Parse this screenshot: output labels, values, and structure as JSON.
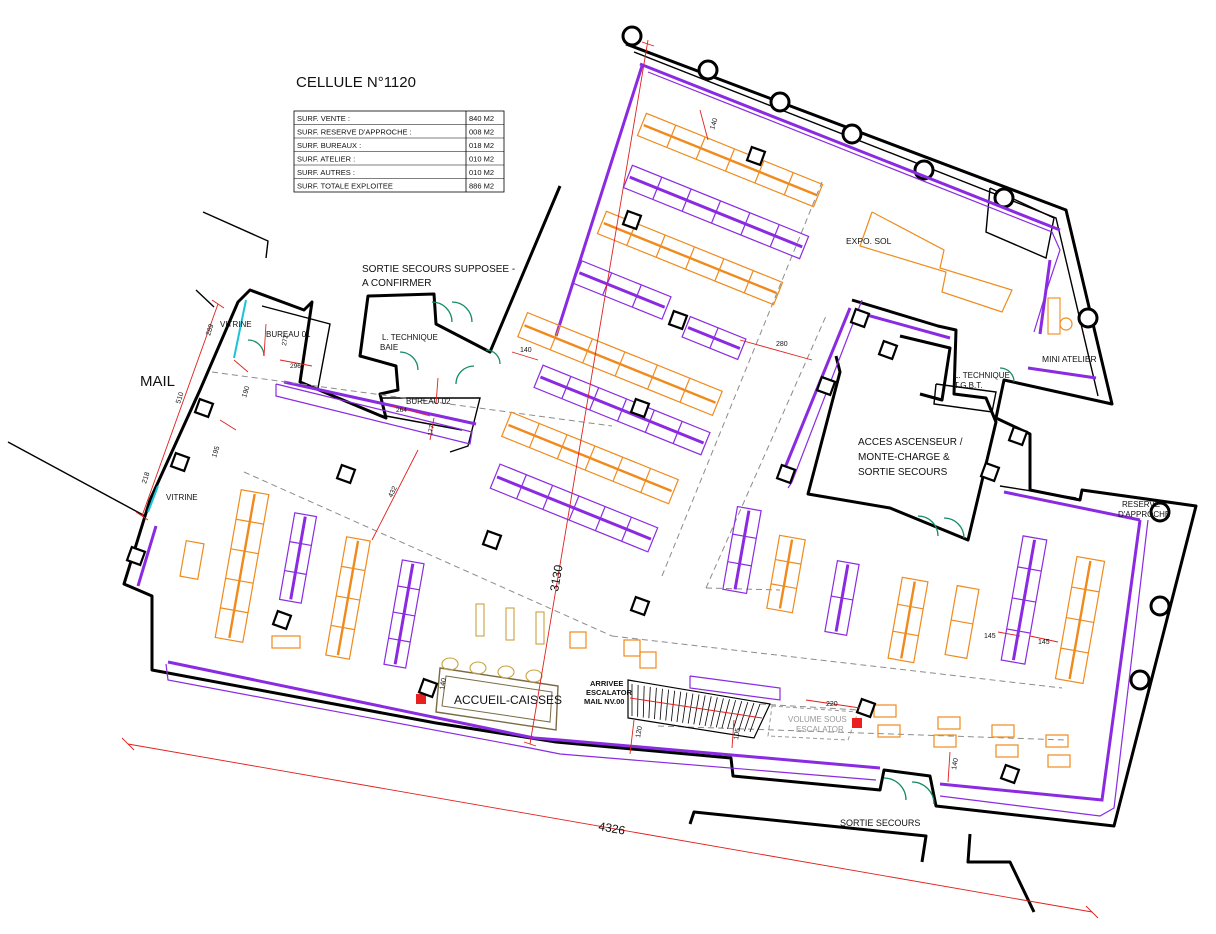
{
  "title": "CELLULE N°1120",
  "surface_table": [
    {
      "label": "SURF. VENTE :",
      "value": "840 M2"
    },
    {
      "label": "SURF. RESERVE D'APPROCHE :",
      "value": "008 M2"
    },
    {
      "label": "SURF. BUREAUX :",
      "value": "018 M2"
    },
    {
      "label": "SURF. ATELIER :",
      "value": "010 M2"
    },
    {
      "label": "SURF. AUTRES :",
      "value": "010 M2"
    },
    {
      "label": "SURF. TOTALE EXPLOITEE",
      "value": "886 M2"
    }
  ],
  "labels": {
    "mail": "MAIL",
    "vitrine_top": "VITRINE",
    "vitrine_bottom": "VITRINE",
    "bureau_01": "BUREAU 01",
    "bureau_02": "BUREAU 02",
    "l_tech_baie_1": "L. TECHNIQUE",
    "l_tech_baie_2": "BAIE",
    "sortie_supposee_1": "SORTIE SECOURS  SUPPOSEE -",
    "sortie_supposee_2": "A CONFIRMER",
    "expo_sol": "EXPO. SOL",
    "mini_atelier": "MINI ATELIER",
    "l_tech_tgbt_1": "L. TECHNIQUE",
    "l_tech_tgbt_2": "T.G.B.T.",
    "acces_1": "ACCES ASCENSEUR /",
    "acces_2": "MONTE-CHARGE &",
    "acces_3": "SORTIE SECOURS",
    "reserve_1": "RESERVE",
    "reserve_2": "D'APPROCHE",
    "accueil": "ACCUEIL-CAISSES",
    "escalator_1": "ARRIVEE",
    "escalator_2": "ESCALATOR",
    "escalator_3": "MAIL NV.00",
    "volume_1": "VOLUME SOUS",
    "volume_2": "ESCALATOR",
    "sortie_secours": "SORTIE SECOURS"
  },
  "dimensions": {
    "d4326": "4326",
    "d3130": "3130",
    "d140a": "140",
    "d140b": "140",
    "d280": "280",
    "d432": "432",
    "d195": "195",
    "d190": "190",
    "d510": "510",
    "d218": "218",
    "d289": "289",
    "d145a": "145",
    "d145b": "145",
    "d220": "220",
    "d120": "120",
    "d105": "105",
    "d140c": "140",
    "d140d": "140",
    "d272": "272",
    "d296": "296",
    "d264": "264",
    "d177": "177"
  },
  "colors": {
    "walls": "#000000",
    "shelving_purple": "#8a2be2",
    "shelving_orange": "#f08a1c",
    "dimension_red": "#e0201c",
    "doors_green": "#168a6a",
    "vitrine_cyan": "#19c4d6"
  }
}
